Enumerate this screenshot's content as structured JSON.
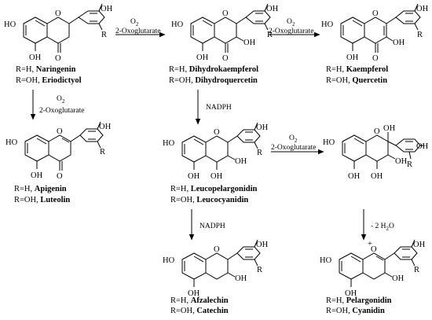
{
  "common": {
    "ho": "HO",
    "oh": "OH",
    "o": "O",
    "r": "R",
    "r_h": "R=H, ",
    "r_oh": "R=OH, "
  },
  "reagents": {
    "o2": "O",
    "o2_sub": "2",
    "oxo": "2-Oxoglutarate",
    "nadph": "NADPH",
    "minus_water": "- 2 H",
    "water_sub": "2",
    "water_o": "O"
  },
  "compounds": {
    "naringenin": "Naringenin",
    "eriodictyol": "Eriodictyol",
    "dihydrokaempferol": "Dihydrokaempferol",
    "dihydroquercetin": "Dihydroquercetin",
    "kaempferol": "Kaempferol",
    "quercetin": "Quercetin",
    "apigenin": "Apigenin",
    "luteolin": "Luteolin",
    "leucopelargonidin": "Leucopelargonidin",
    "leucocyanidin": "Leucocyanidin",
    "afzalechin": "Afzalechin",
    "catechin": "Catechin",
    "pelargonidin": "Pelargonidin",
    "cyanidin": "Cyanidin"
  },
  "charges": {
    "plus": "+"
  }
}
